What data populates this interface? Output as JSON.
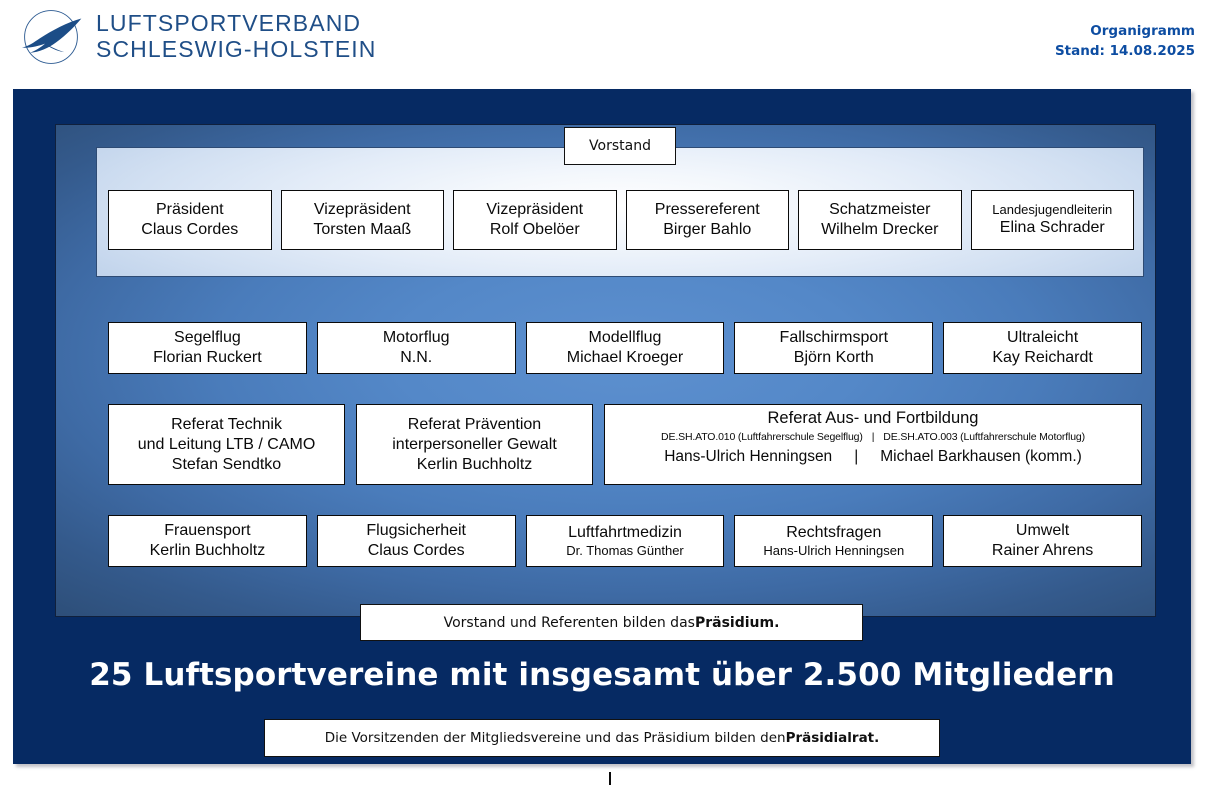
{
  "header": {
    "logo": {
      "icon": "swift-bird-in-circle-logo",
      "line1": "LUFTSPORTVERBAND",
      "line2": "SCHLESWIG-HOLSTEIN",
      "color": "#1f4e87"
    },
    "meta": {
      "title": "Organigramm",
      "date": "Stand: 14.08.2025",
      "color": "#0d4da2"
    }
  },
  "org": {
    "vorstand": {
      "tag": "Vorstand",
      "members": [
        {
          "role": "Präsident",
          "name": "Claus Cordes",
          "role_small": false
        },
        {
          "role": "Vizepräsident",
          "name": "Torsten Maaß",
          "role_small": false
        },
        {
          "role": "Vizepräsident",
          "name": "Rolf Obelöer",
          "role_small": false
        },
        {
          "role": "Pressereferent",
          "name": "Birger Bahlo",
          "role_small": false
        },
        {
          "role": "Schatzmeister",
          "name": "Wilhelm Drecker",
          "role_small": false
        },
        {
          "role": "Landesjugendleiterin",
          "name": "Elina Schrader",
          "role_small": true
        }
      ]
    },
    "disciplines": [
      {
        "role": "Segelflug",
        "name": "Florian Ruckert"
      },
      {
        "role": "Motorflug",
        "name": "N.N."
      },
      {
        "role": "Modellflug",
        "name": "Michael Kroeger"
      },
      {
        "role": "Fallschirmsport",
        "name": "Björn Korth"
      },
      {
        "role": "Ultraleicht",
        "name": "Kay Reichardt"
      }
    ],
    "referate_top": {
      "technik": {
        "line1": "Referat Technik",
        "line2": "und Leitung LTB / CAMO",
        "name": "Stefan Sendtko"
      },
      "praevention": {
        "line1": "Referat Prävention",
        "line2": "interpersoneller Gewalt",
        "name": "Kerlin Buchholtz"
      },
      "ausbildung": {
        "title": "Referat Aus- und Fortbildung",
        "code_left": "DE.SH.ATO.010 (Luftfahrerschule Segelflug)",
        "code_right": "DE.SH.ATO.003 (Luftfahrerschule Motorflug)",
        "person_left": "Hans-Ulrich Henningsen",
        "person_right": "Michael Barkhausen (komm.)",
        "separator": "|"
      }
    },
    "referate_bottom": [
      {
        "role": "Frauensport",
        "name": "Kerlin Buchholtz",
        "name_small": false
      },
      {
        "role": "Flugsicherheit",
        "name": "Claus Cordes",
        "name_small": false
      },
      {
        "role": "Luftfahrtmedizin",
        "name": "Dr. Thomas Günther",
        "name_small": true
      },
      {
        "role": "Rechtsfragen",
        "name": "Hans-Ulrich Henningsen",
        "name_small": true
      },
      {
        "role": "Umwelt",
        "name": "Rainer Ahrens",
        "name_small": false
      }
    ],
    "banners": {
      "praesidium_prefix": "Vorstand und Referenten bilden das ",
      "praesidium_bold": "Präsidium.",
      "praesidialrat_prefix": "Die Vorsitzenden der Mitgliedsvereine und das Präsidium bilden den ",
      "praesidialrat_bold": "Präsidialrat."
    },
    "headline": "25 Luftsportvereine mit insgesamt über 2.500 Mitgliedern",
    "colors": {
      "panel_navy": "#062a63",
      "panel_blue_center": "#5d90cf",
      "panel_blue_edge": "#2d4e78",
      "vorstand_light": "#e3ecf8"
    }
  }
}
